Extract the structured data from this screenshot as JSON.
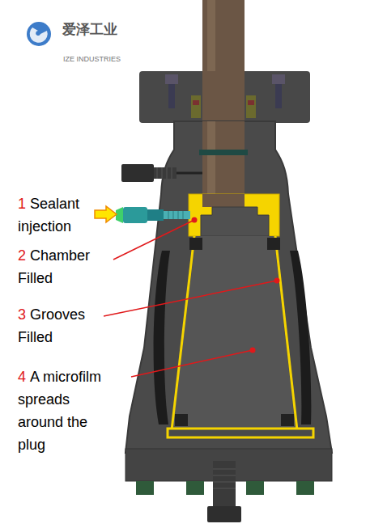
{
  "diagram": {
    "labels": [
      "爱泽工业",
      "IZE INDUSTRIES",
      "1",
      "Sealant injection",
      "2",
      "Chamber Filled",
      "3",
      "Grooves Filled",
      "4",
      "A microfilm spreads around the plug"
    ]
  }
}
